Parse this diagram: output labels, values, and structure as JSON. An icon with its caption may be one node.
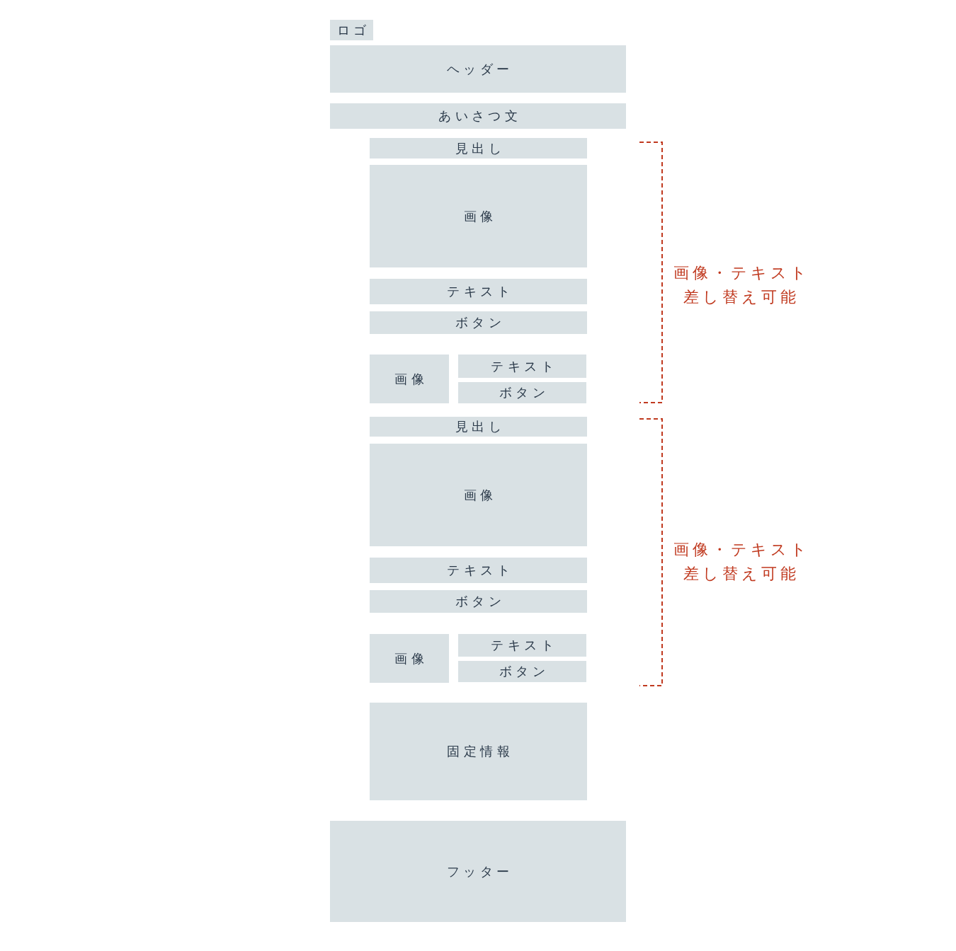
{
  "diagram": {
    "nodes": [
      {
        "text": [
          "ロゴ"
        ]
      },
      {
        "text": [
          "ヘッダー"
        ]
      },
      {
        "text": [
          "あいさつ文"
        ]
      },
      {
        "text": [
          "見出し"
        ]
      },
      {
        "text": [
          "画像"
        ]
      },
      {
        "text": [
          "テキスト"
        ]
      },
      {
        "text": [
          "ボタン"
        ]
      },
      {
        "text": [
          "画像"
        ]
      },
      {
        "text": [
          "テキスト"
        ]
      },
      {
        "text": [
          "ボタン"
        ]
      },
      {
        "text": [
          "見出し"
        ]
      },
      {
        "text": [
          "画像"
        ]
      },
      {
        "text": [
          "テキスト"
        ]
      },
      {
        "text": [
          "ボタン"
        ]
      },
      {
        "text": [
          "画像"
        ]
      },
      {
        "text": [
          "テキスト"
        ]
      },
      {
        "text": [
          "ボタン"
        ]
      },
      {
        "text": [
          "固定情報"
        ]
      },
      {
        "text": [
          "フッター"
        ]
      }
    ],
    "labels": [
      "画像・テキスト差し替え可能",
      "画像・テキスト差し替え可能"
    ]
  }
}
